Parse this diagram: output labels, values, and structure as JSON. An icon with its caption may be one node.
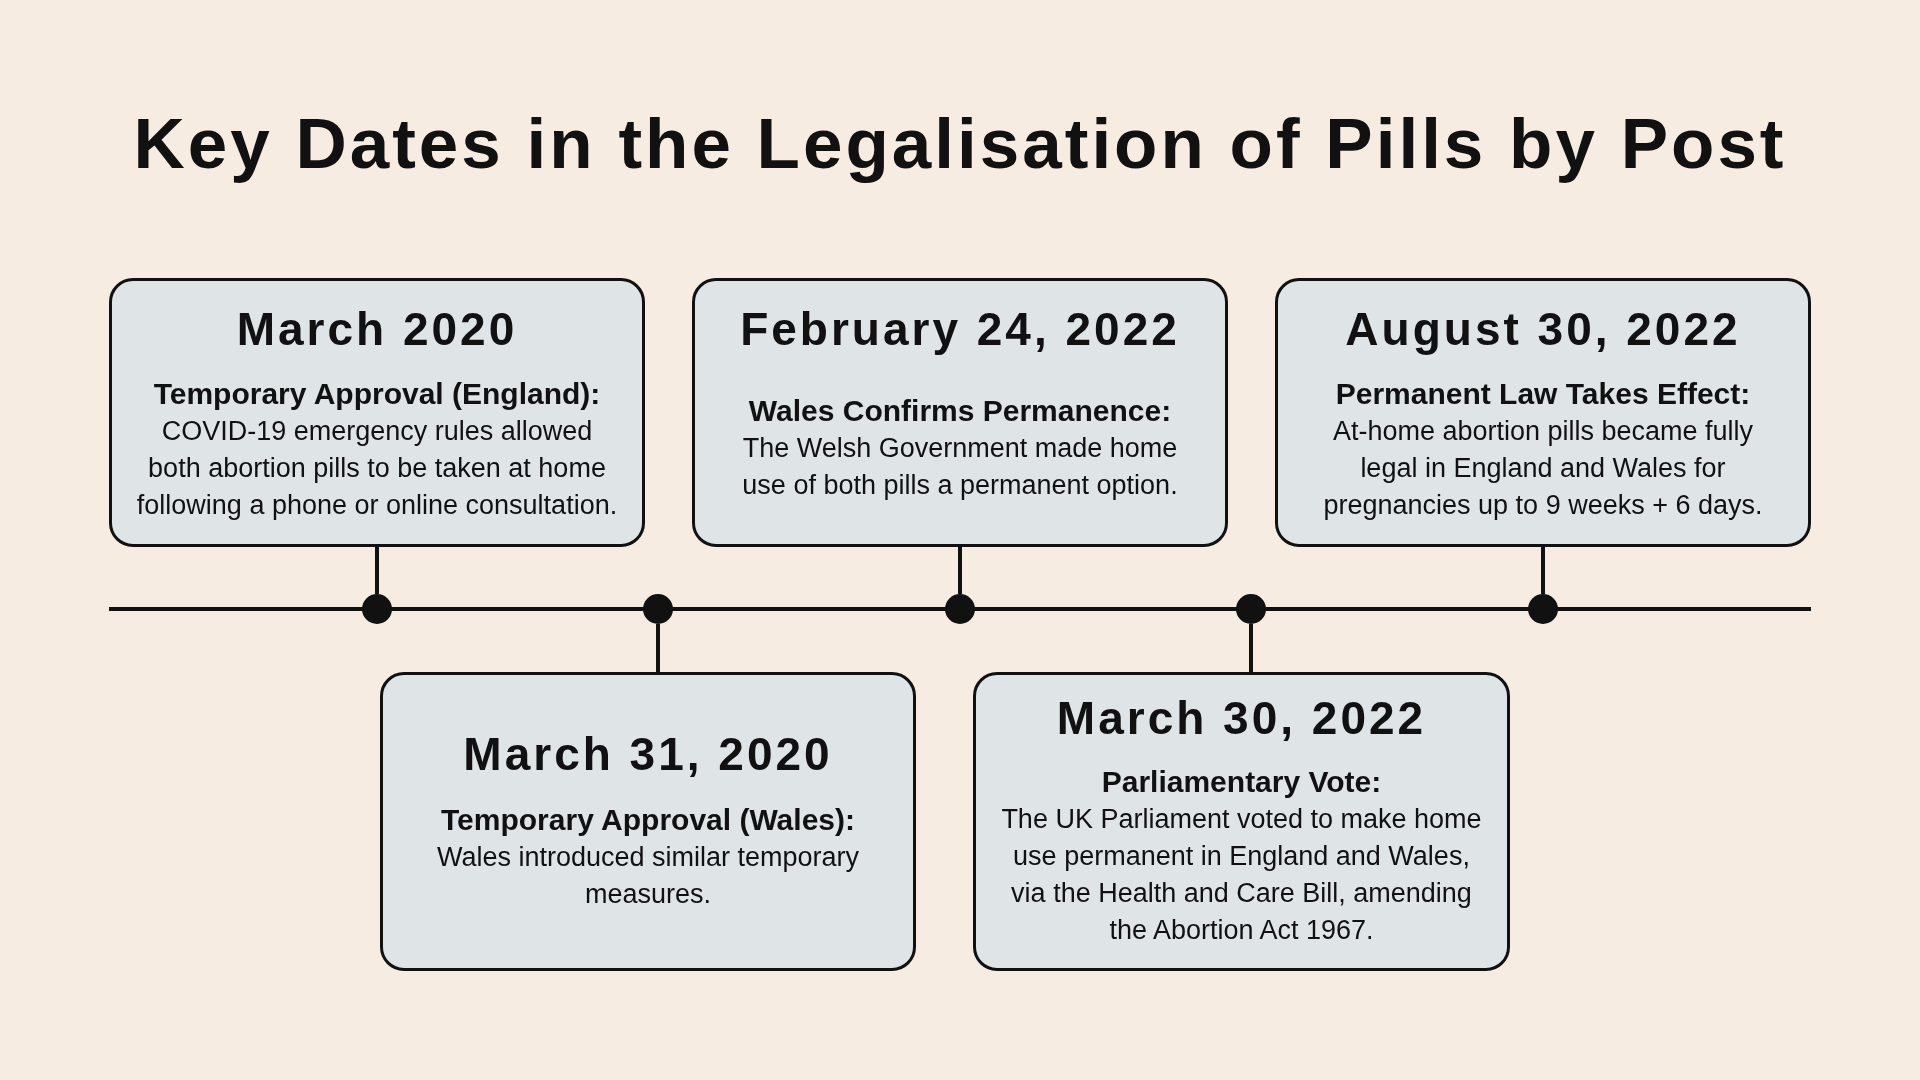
{
  "diagram": {
    "title": "Key Dates in the Legalisation of Pills by Post",
    "nodes": [
      {
        "text": [
          "March 2020",
          "Temporary Approval (England):",
          "COVID-19 emergency rules allowed both abortion pills to be taken at home following a phone or online consultation."
        ]
      },
      {
        "text": [
          "March 31, 2020",
          "Temporary Approval (Wales):",
          "Wales introduced similar temporary measures."
        ]
      },
      {
        "text": [
          "February 24, 2022",
          "Wales Confirms Permanence:",
          "The Welsh Government made home use of both pills a permanent option."
        ]
      },
      {
        "text": [
          "March 30, 2022",
          "Parliamentary Vote:",
          "The UK Parliament voted to make home use permanent in England and Wales, via the Health and Care Bill, amending the Abortion Act 1967."
        ]
      },
      {
        "text": [
          "August 30, 2022",
          "Permanent Law Takes Effect:",
          "At-home abortion pills became fully legal in England and Wales for pregnancies up to 9 weeks + 6 days."
        ]
      },
      {
        "text": [],
        "shape": "circle"
      },
      {
        "text": [],
        "shape": "circle"
      },
      {
        "text": [],
        "shape": "circle"
      },
      {
        "text": [],
        "shape": "circle"
      },
      {
        "text": [],
        "shape": "circle"
      }
    ],
    "edges": [
      {
        "from": 0,
        "to": 5,
        "arrow": "none"
      },
      {
        "from": 1,
        "to": 6,
        "arrow": "none"
      },
      {
        "from": 2,
        "to": 7,
        "arrow": "none"
      },
      {
        "from": 3,
        "to": 8,
        "arrow": "none"
      },
      {
        "from": 4,
        "to": 9,
        "arrow": "none"
      }
    ]
  }
}
